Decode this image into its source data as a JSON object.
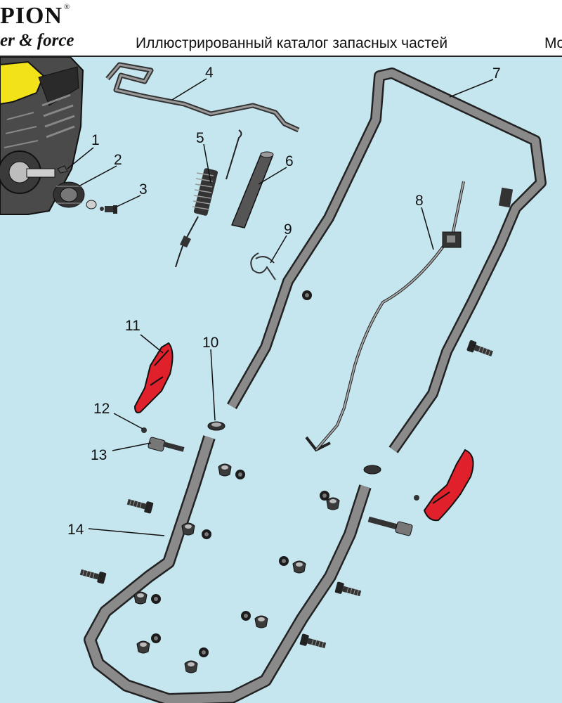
{
  "header": {
    "logo_top": "PION",
    "logo_registered": "®",
    "logo_bottom": "er & force",
    "title": "Иллюстрированный каталог запасных частей",
    "right_text": "Mo"
  },
  "diagram": {
    "background_color": "#c5e5ef",
    "frame_color": "#8a8a8a",
    "highlight_color": "#e0202a",
    "engine_color": "#f2e21a",
    "callouts": [
      "1",
      "2",
      "3",
      "4",
      "5",
      "6",
      "7",
      "8",
      "9",
      "10",
      "11",
      "12",
      "13",
      "14"
    ]
  }
}
